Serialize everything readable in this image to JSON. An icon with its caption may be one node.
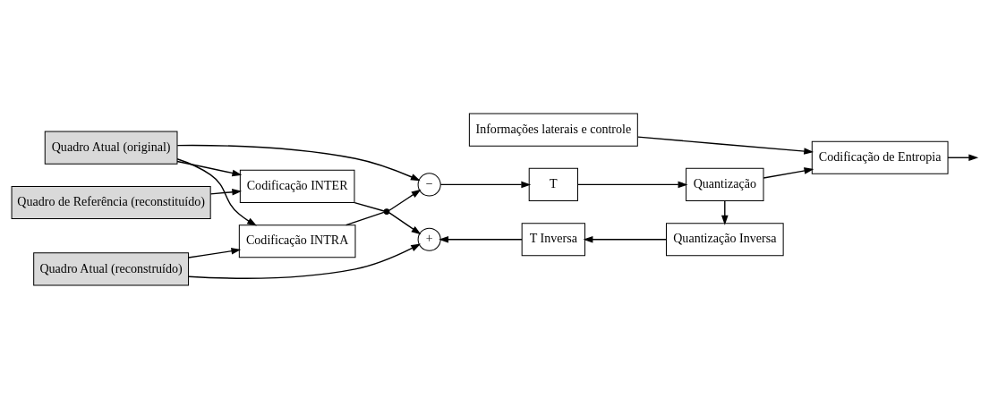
{
  "diagram": {
    "nodes": [
      {
        "text": [
          "Quadro Atual (original)"
        ]
      },
      {
        "text": [
          "Quadro de Referência (reconstituído)"
        ]
      },
      {
        "text": [
          "Quadro Atual (reconstruído)"
        ]
      },
      {
        "text": [
          "Codificação INTER"
        ]
      },
      {
        "text": [
          "Codificação INTRA"
        ]
      },
      {
        "text": [
          "−"
        ]
      },
      {
        "text": [
          "T"
        ]
      },
      {
        "text": [
          "Quantização"
        ]
      },
      {
        "text": [
          "Codificação de Entropia"
        ]
      },
      {
        "text": [
          "Informações laterais e controle"
        ]
      },
      {
        "text": [
          "Quantização Inversa"
        ]
      },
      {
        "text": [
          "T Inversa"
        ]
      },
      {
        "text": [
          "+"
        ]
      },
      {
        "text": [],
        "shape": "switch"
      }
    ],
    "edges": [
      {
        "from": 0,
        "to": 5,
        "arrow": "to"
      },
      {
        "from": 0,
        "to": 3,
        "arrow": "to"
      },
      {
        "from": 0,
        "to": 4,
        "arrow": "to"
      },
      {
        "from": 1,
        "to": 3,
        "arrow": "to"
      },
      {
        "from": 2,
        "to": 4,
        "arrow": "to"
      },
      {
        "from": 2,
        "to": 12,
        "arrow": "to"
      },
      {
        "from": 3,
        "to": 13,
        "arrow": "none"
      },
      {
        "from": 4,
        "to": 13,
        "arrow": "none"
      },
      {
        "from": 13,
        "to": 5,
        "arrow": "to"
      },
      {
        "from": 13,
        "to": 12,
        "arrow": "to"
      },
      {
        "from": 5,
        "to": 6,
        "arrow": "to"
      },
      {
        "from": 6,
        "to": 7,
        "arrow": "to"
      },
      {
        "from": 7,
        "to": 8,
        "arrow": "to"
      },
      {
        "from": 7,
        "to": 10,
        "arrow": "to"
      },
      {
        "from": 9,
        "to": 8,
        "arrow": "to"
      },
      {
        "from": 10,
        "to": 11,
        "arrow": "to"
      },
      {
        "from": 11,
        "to": 12,
        "arrow": "to"
      },
      {
        "from": 8,
        "to": null,
        "arrow": "to"
      }
    ]
  }
}
